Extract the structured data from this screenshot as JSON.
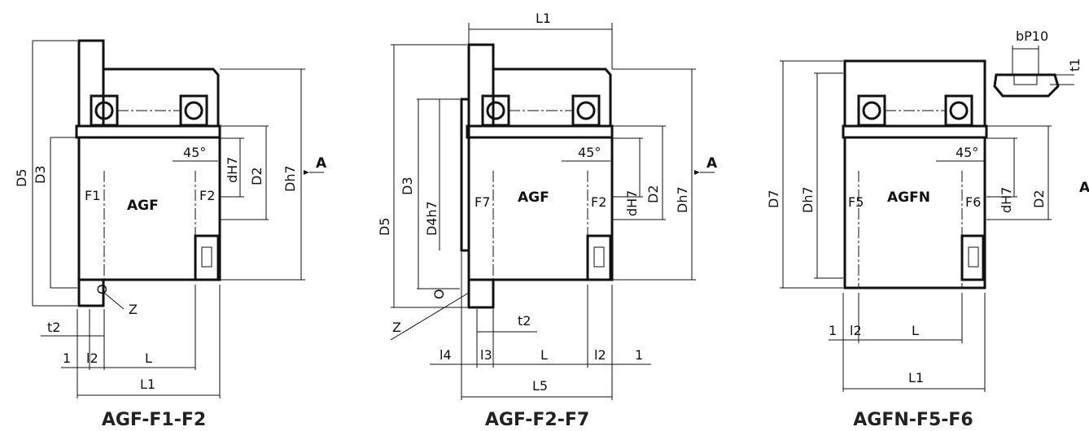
{
  "labels": {
    "d5": "D5",
    "d3": "D3",
    "dh7": "Dh7",
    "d2": "D2",
    "dH7": "dH7",
    "d4h7": "D4h7",
    "d7": "D7",
    "l1": "L1",
    "l": "L",
    "l2": "l2",
    "l3": "l3",
    "l4": "l4",
    "l5": "L5",
    "t1": "t1",
    "t2": "t2",
    "one": "1",
    "a": "A",
    "angle": "45°",
    "z": "Z",
    "o": "O",
    "bp10": "bP10",
    "f1": "F1",
    "f2": "F2",
    "f5": "F5",
    "f6": "F6",
    "f7": "F7",
    "agf": "AGF",
    "agfn": "AGFN"
  },
  "captions": {
    "left": "AGF-F1-F2",
    "middle": "AGF-F2-F7",
    "right": "AGFN-F5-F6"
  }
}
